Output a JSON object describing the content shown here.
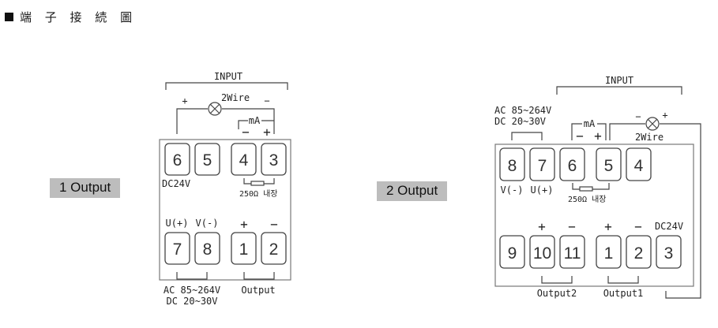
{
  "title": "端 子 接 続 圖",
  "left": {
    "badge": "1 Output",
    "input_label": "INPUT",
    "twowire_label": "2Wire",
    "twowire_plus": "+",
    "twowire_minus": "−",
    "ma_label": "mA",
    "ma_minus": "−",
    "ma_plus": "+",
    "top_terminals": [
      "6",
      "5",
      "4",
      "3"
    ],
    "dc24v_label": "DC24V",
    "resistor_label": "250Ω 내장",
    "bottom_labels": [
      "U(+)",
      "V(-)",
      "+",
      "−"
    ],
    "bottom_terminals": [
      "7",
      "8",
      "1",
      "2"
    ],
    "power_label_1": "AC 85~264V",
    "power_label_2": "DC 20~30V",
    "output_label": "Output"
  },
  "right": {
    "badge": "2 Output",
    "input_label": "INPUT",
    "power_label_1": "AC 85~264V",
    "power_label_2": "DC 20~30V",
    "ma_label": "mA",
    "ma_minus": "−",
    "ma_plus": "+",
    "twowire_minus": "−",
    "twowire_plus": "+",
    "twowire_label": "2Wire",
    "top_terminals": [
      "8",
      "7",
      "6",
      "5",
      "4"
    ],
    "top_labels": [
      "V(-)",
      "U(+)"
    ],
    "resistor_label": "250Ω 내장",
    "bottom_labels": [
      "+",
      "−",
      "+",
      "−",
      "DC24V"
    ],
    "bottom_terminals": [
      "9",
      "10",
      "11",
      "1",
      "2",
      "3"
    ],
    "output2_label": "Output2",
    "output1_label": "Output1"
  }
}
